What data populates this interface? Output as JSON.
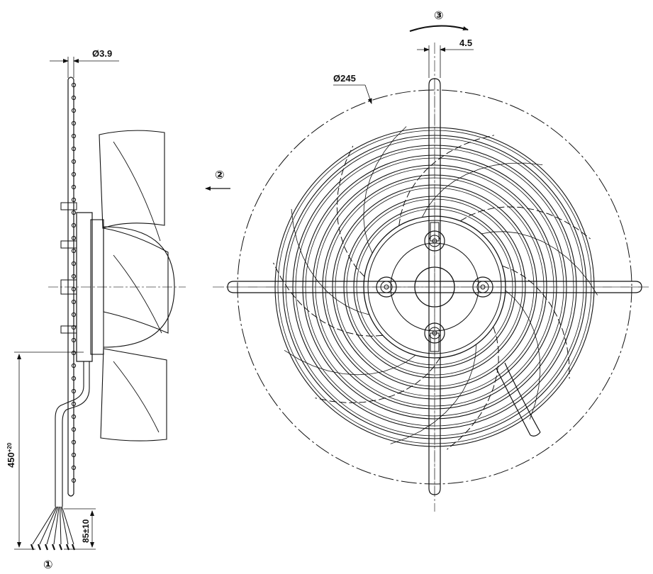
{
  "dimensions": {
    "cable_diameter": "Ø3.9",
    "guard_offset": "4.5",
    "outer_diameter": "Ø245",
    "cable_length": "450",
    "cable_length_tol": "+20",
    "strip_length": "85±10"
  },
  "callouts": {
    "cable": "①",
    "airflow": "②",
    "rotation": "③"
  },
  "colors": {
    "line": "#111111",
    "background": "#ffffff"
  }
}
